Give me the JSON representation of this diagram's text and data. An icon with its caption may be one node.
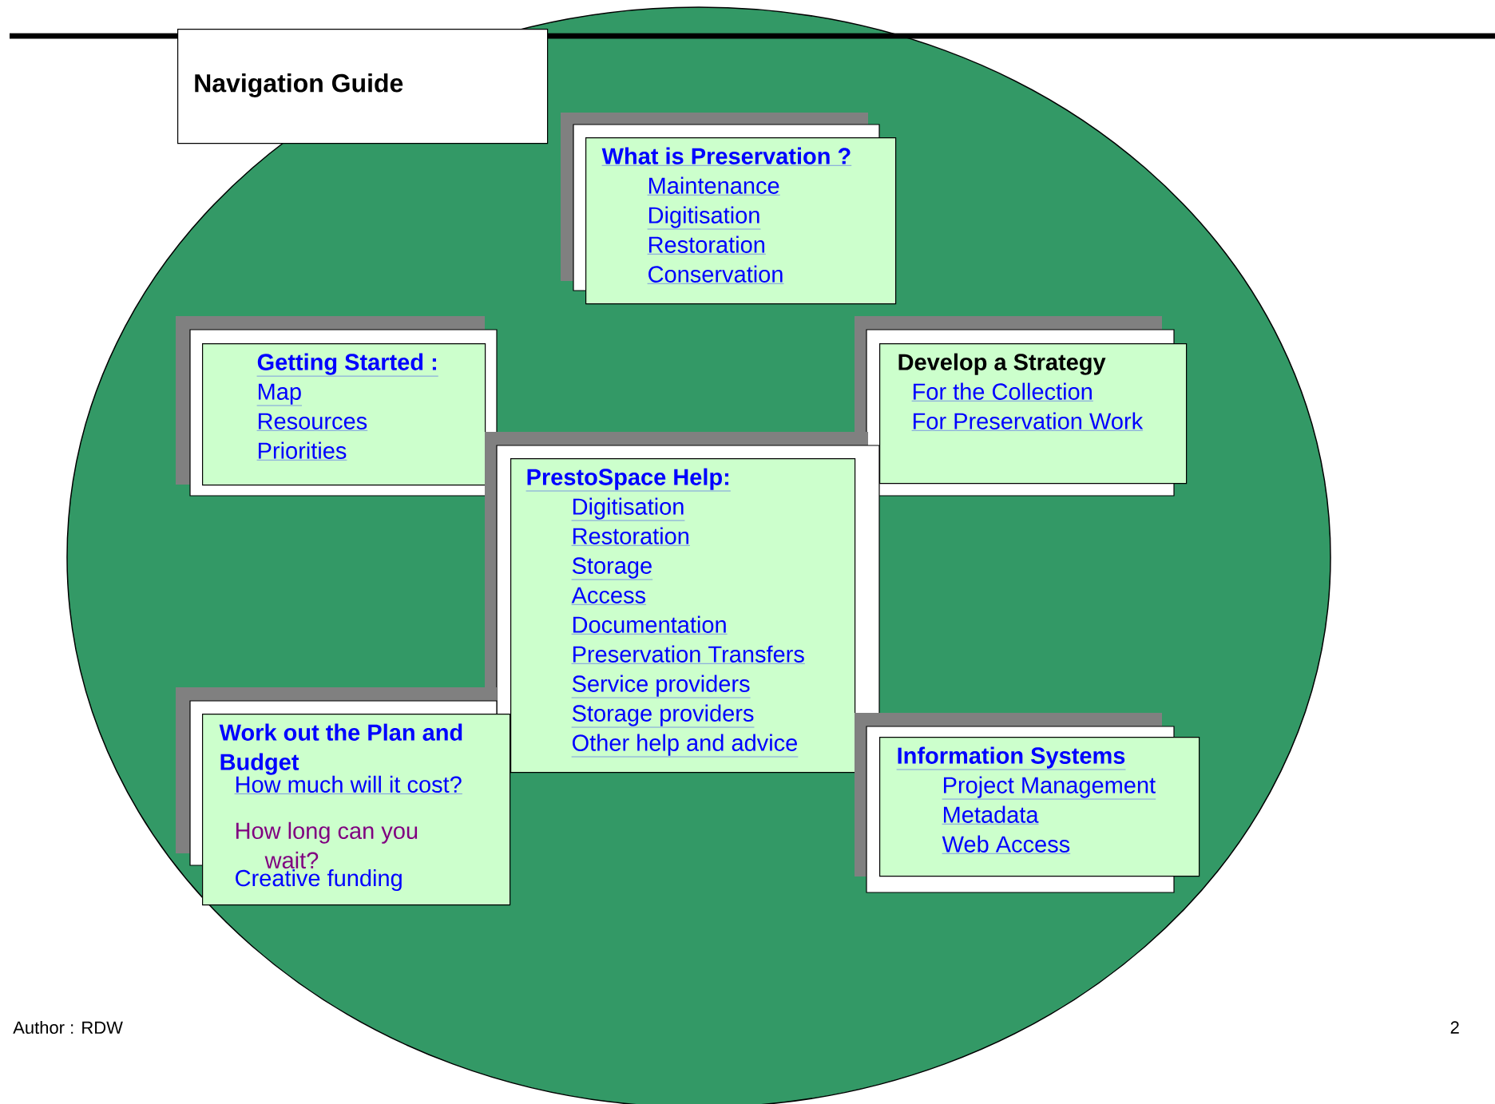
{
  "diagram": {
    "nodes": [
      {
        "text": [
          "Navigation Guide"
        ]
      },
      {
        "text": [
          "What is Preservation ?",
          "Maintenance",
          "Digitisation",
          "Restoration",
          "Conservation"
        ]
      },
      {
        "text": [
          "Getting Started :",
          "Map",
          "Resources",
          "Priorities"
        ]
      },
      {
        "text": [
          "Develop a Strategy",
          "For the Collection",
          "For Preservation Work"
        ]
      },
      {
        "text": [
          "PrestoSpace Help:",
          "Digitisation",
          "Restoration",
          "Storage",
          "Access",
          "Documentation",
          "Preservation Transfers",
          "Service providers",
          "Storage providers",
          "Other help and advice"
        ]
      },
      {
        "text": [
          "Work out the Plan and Budget",
          "How much will it cost?",
          "How long can you wait?",
          "Creative funding"
        ]
      },
      {
        "text": [
          "Information Systems",
          "Project Management",
          "Metadata",
          "Web Access"
        ]
      }
    ],
    "labels": [
      "Author : RDW",
      "2"
    ]
  }
}
